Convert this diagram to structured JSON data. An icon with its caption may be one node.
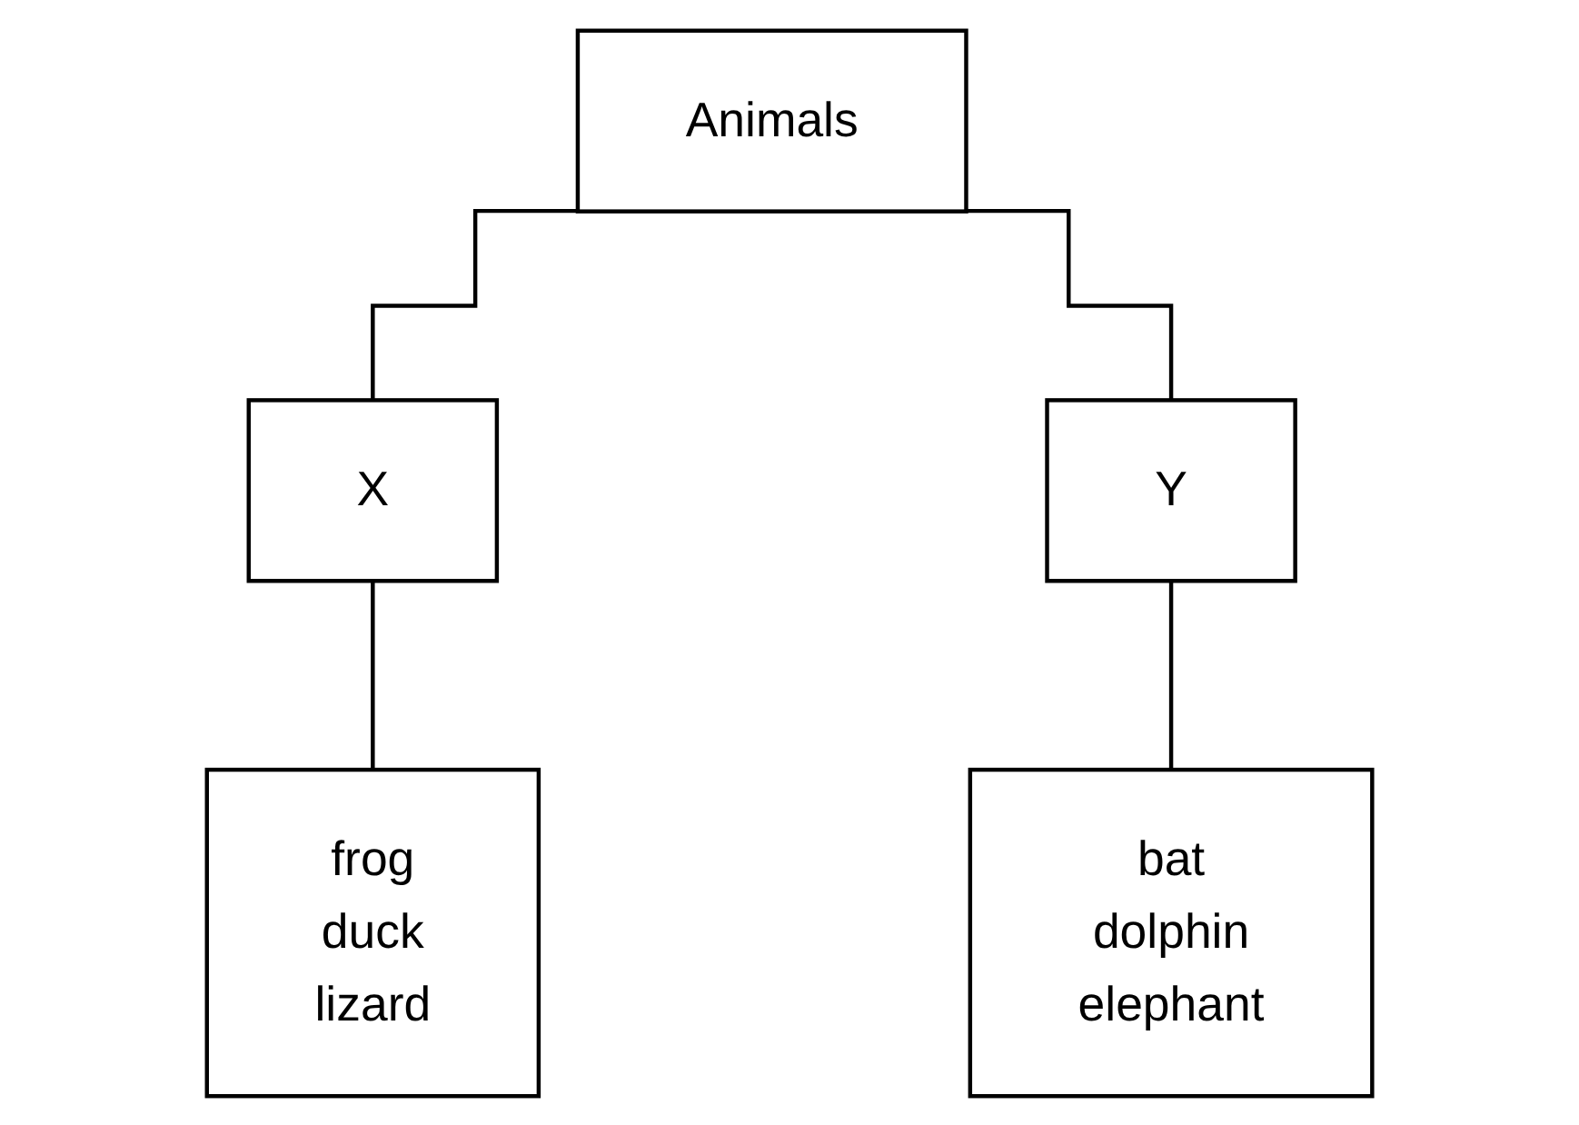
{
  "diagram": {
    "nodes": [
      {
        "text": [
          "Animals"
        ]
      },
      {
        "text": [
          "X"
        ]
      },
      {
        "text": [
          "Y"
        ]
      },
      {
        "text": [
          "frog",
          "duck",
          "lizard"
        ]
      },
      {
        "text": [
          "bat",
          "dolphin",
          "elephant"
        ]
      }
    ],
    "edges": [
      {
        "from": 0,
        "to": 1,
        "arrow": "none"
      },
      {
        "from": 0,
        "to": 2,
        "arrow": "none"
      },
      {
        "from": 1,
        "to": 3,
        "arrow": "none"
      },
      {
        "from": 2,
        "to": 4,
        "arrow": "none"
      }
    ]
  }
}
